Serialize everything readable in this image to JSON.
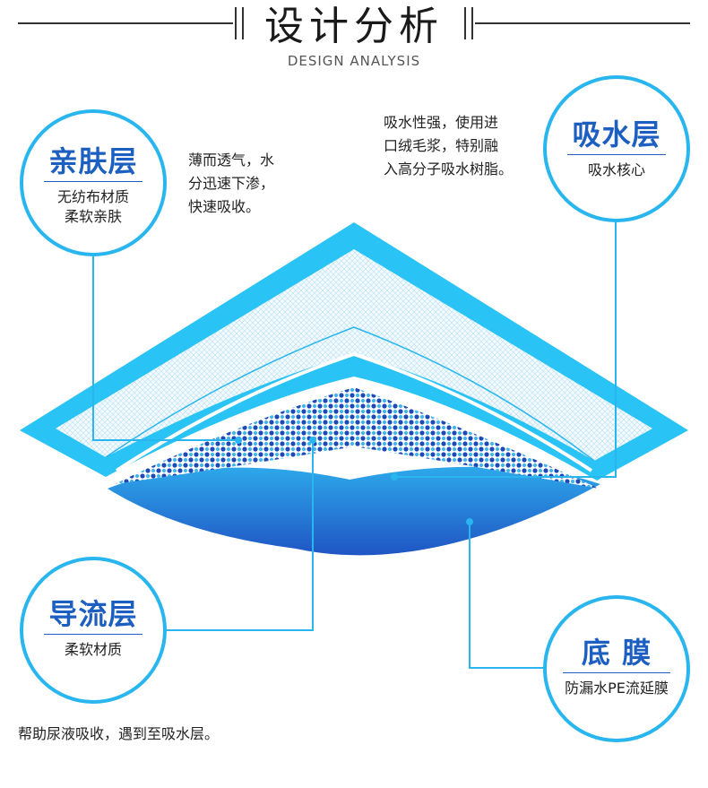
{
  "header": {
    "title": "设计分析",
    "subtitle": "DESIGN ANALYSIS"
  },
  "layers": {
    "skin": {
      "title": "亲肤层",
      "lines": [
        "无纺布材质",
        "柔软亲肤"
      ],
      "desc": [
        "薄而透气，水",
        "分迅速下渗，",
        "快速吸收。"
      ]
    },
    "absorb": {
      "title": "吸水层",
      "lines": [
        "吸水核心"
      ],
      "desc": [
        "吸水性强，使用进",
        "口绒毛浆，特别融",
        "入高分子吸水树脂。"
      ]
    },
    "guide": {
      "title": "导流层",
      "lines": [
        "柔软材质"
      ],
      "desc": [
        "帮助尿液吸收，遇到至吸水层。"
      ]
    },
    "bottom": {
      "title": "底 膜",
      "lines": [
        "防漏水PE流延膜"
      ]
    }
  },
  "colors": {
    "accent": "#29b6ef",
    "title_blue": "#1c5fc0",
    "dot_blue": "#1f49b8"
  }
}
